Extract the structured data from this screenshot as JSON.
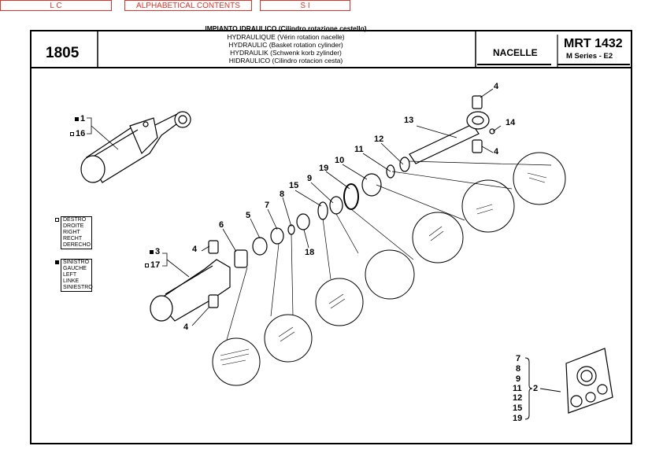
{
  "nav": {
    "left_label": "L C",
    "center_label": "ALPHABETICAL CONTENTS",
    "right_label": "S I"
  },
  "header": {
    "code": "1805",
    "title_it": "IMPIANTO IDRAULICO (Cilindro rotazione cestello)",
    "title_fr": "HYDRAULIQUE (Vérin rotation nacelle)",
    "title_en": "HYDRAULIC (Basket rotation cylinder)",
    "title_de": "HYDRAULIK (Schwenk korb zylinder)",
    "title_es": "HIDRAULICO (Cilindro rotacion cesta)",
    "section": "NACELLE",
    "model": "MRT 1432",
    "series": "M Series - E2"
  },
  "legend": {
    "right": [
      "DESTRO",
      "DROITE",
      "RIGHT",
      "RECHT",
      "DERECHO"
    ],
    "left": [
      "SINISTRO",
      "GAUCHE",
      "LEFT",
      "LINKE",
      "SINIESTRO"
    ]
  },
  "callouts": {
    "c1": "1",
    "c16": "16",
    "c3": "3",
    "c17": "17",
    "c4a": "4",
    "c4b": "4",
    "c4c": "4",
    "c4d": "4",
    "c5": "5",
    "c6": "6",
    "c7": "7",
    "c8": "8",
    "c9": "9",
    "c10": "10",
    "c11": "11",
    "c12": "12",
    "c13": "13",
    "c14": "14",
    "c15": "15",
    "c18": "18",
    "c19": "19"
  },
  "kit": {
    "items": [
      "7",
      "8",
      "9",
      "11",
      "12",
      "15",
      "19"
    ],
    "label": "2"
  }
}
